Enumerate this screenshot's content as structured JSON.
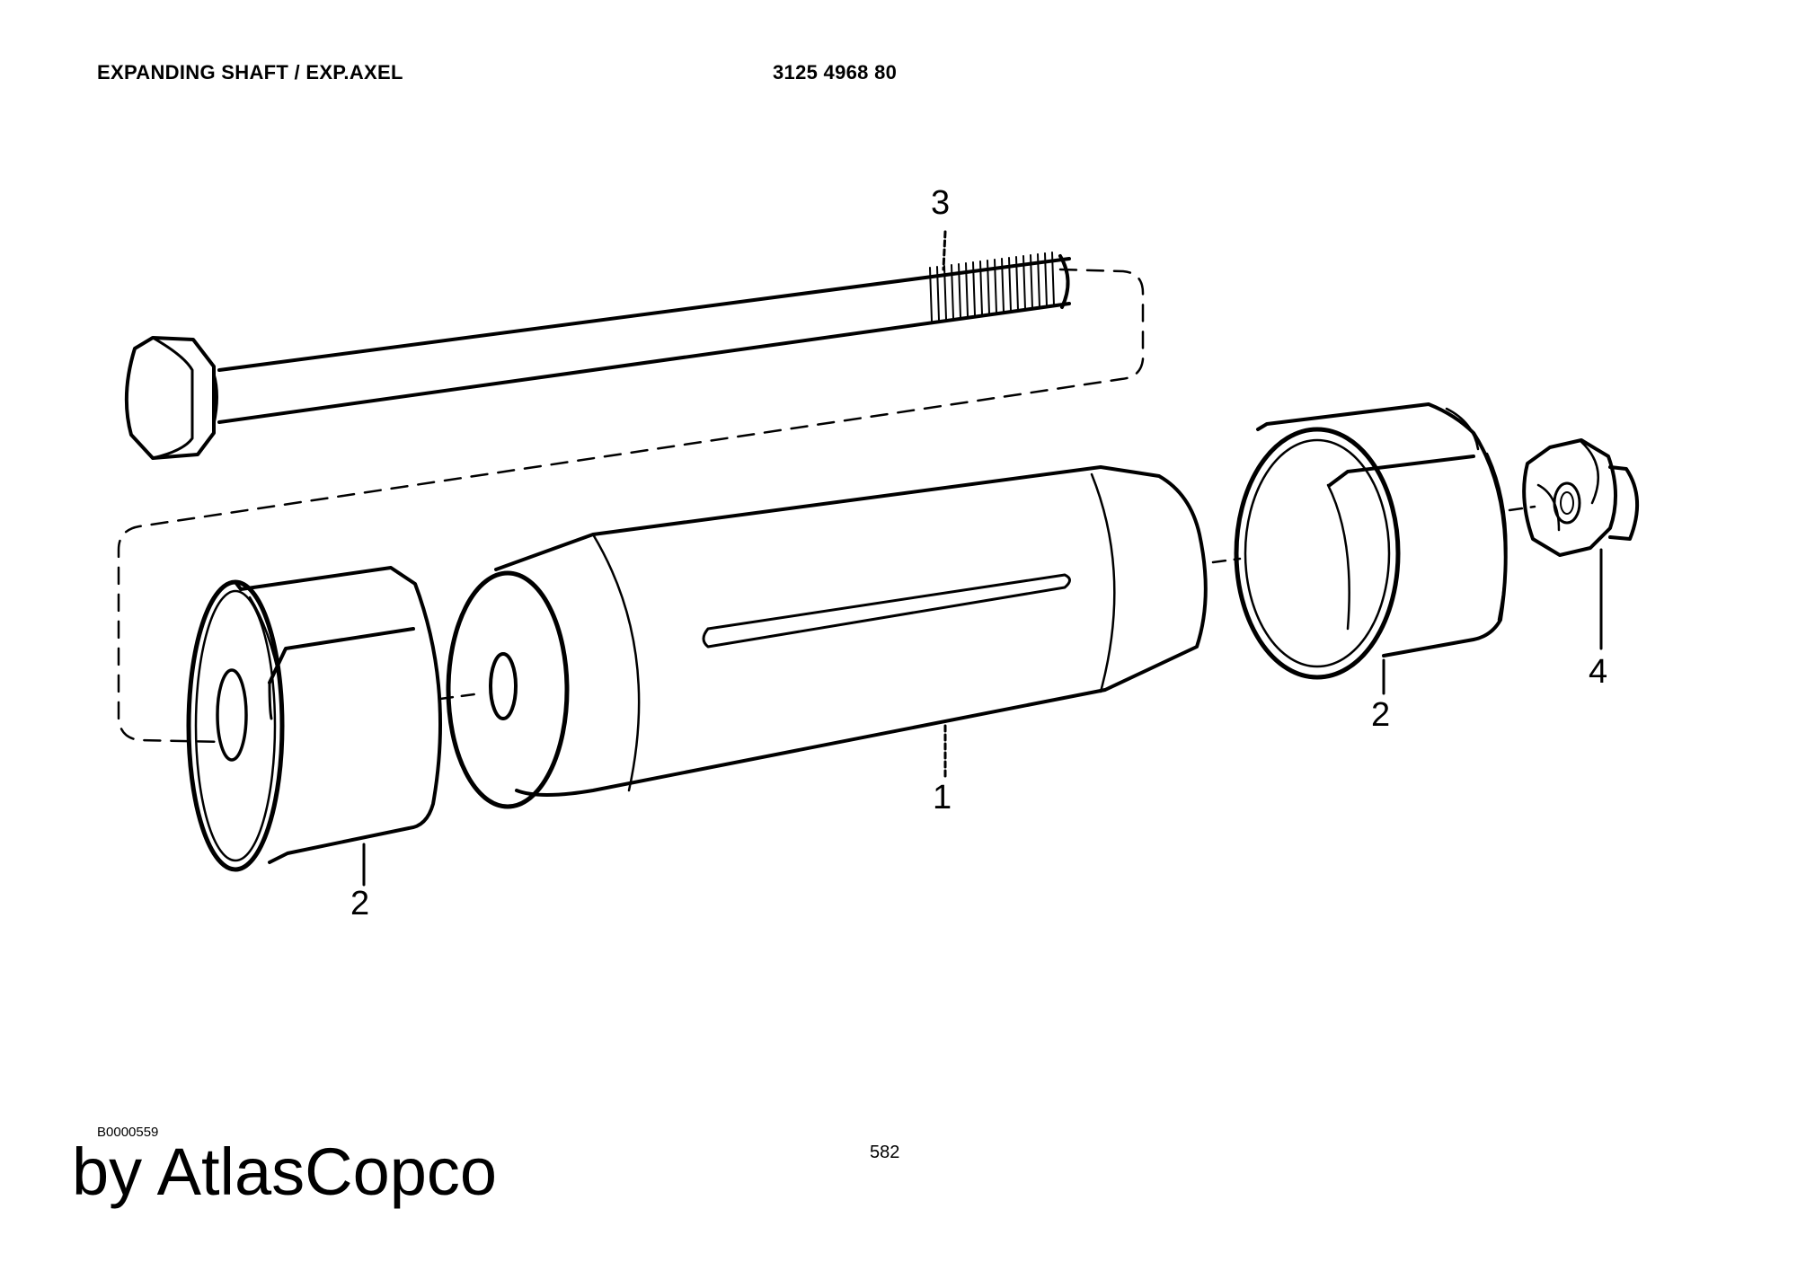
{
  "header": {
    "title": "EXPANDING SHAFT / EXP.AXEL",
    "part_number": "3125 4968 80"
  },
  "diagram": {
    "callouts": {
      "shaft_body": "1",
      "sleeve_left": "2",
      "sleeve_right": "2",
      "bolt": "3",
      "nut": "4"
    }
  },
  "footer": {
    "drawing_ref": "B0000559",
    "page_number": "582",
    "brand": "by AtlasCopco"
  }
}
